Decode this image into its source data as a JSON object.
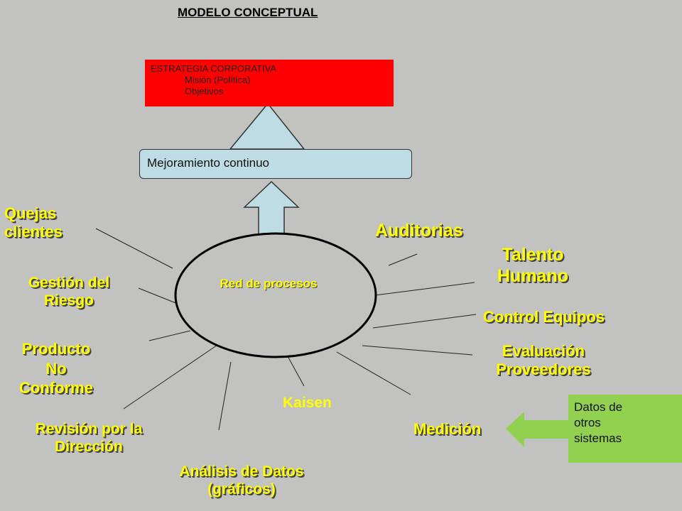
{
  "title": "MODELO CONCEPTUAL",
  "strategy": {
    "heading": "ESTRATEGIA CORPORATIVA",
    "items": [
      "Misión (Política)",
      "Objetivos"
    ]
  },
  "improvement": "Mejoramiento continuo",
  "center": "Red de procesos",
  "left_nodes": {
    "quejas": [
      "Quejas",
      "clientes"
    ],
    "riesgo": [
      "Gestión del",
      "Riesgo"
    ],
    "producto": [
      "Producto",
      "No",
      "Conforme"
    ],
    "revision": [
      "Revisión por la",
      "Dirección"
    ],
    "analisis": [
      "Análisis de Datos",
      "(gráficos)"
    ]
  },
  "right_nodes": {
    "auditorias": "Auditorias",
    "talento": [
      "Talento",
      "Humano"
    ],
    "control": "Control Equipos",
    "evaluacion": [
      "Evaluación",
      "Proveedores"
    ],
    "medicion": "Medición"
  },
  "kaisen": "Kaisen",
  "other_systems": [
    "Datos de",
    "otros",
    "sistemas"
  ],
  "colors": {
    "background": "#c2c2c0",
    "label_yellow": "#ffff00",
    "strategy_red": "#ff0000",
    "light_blue": "#bedce4",
    "green": "#92d050"
  }
}
